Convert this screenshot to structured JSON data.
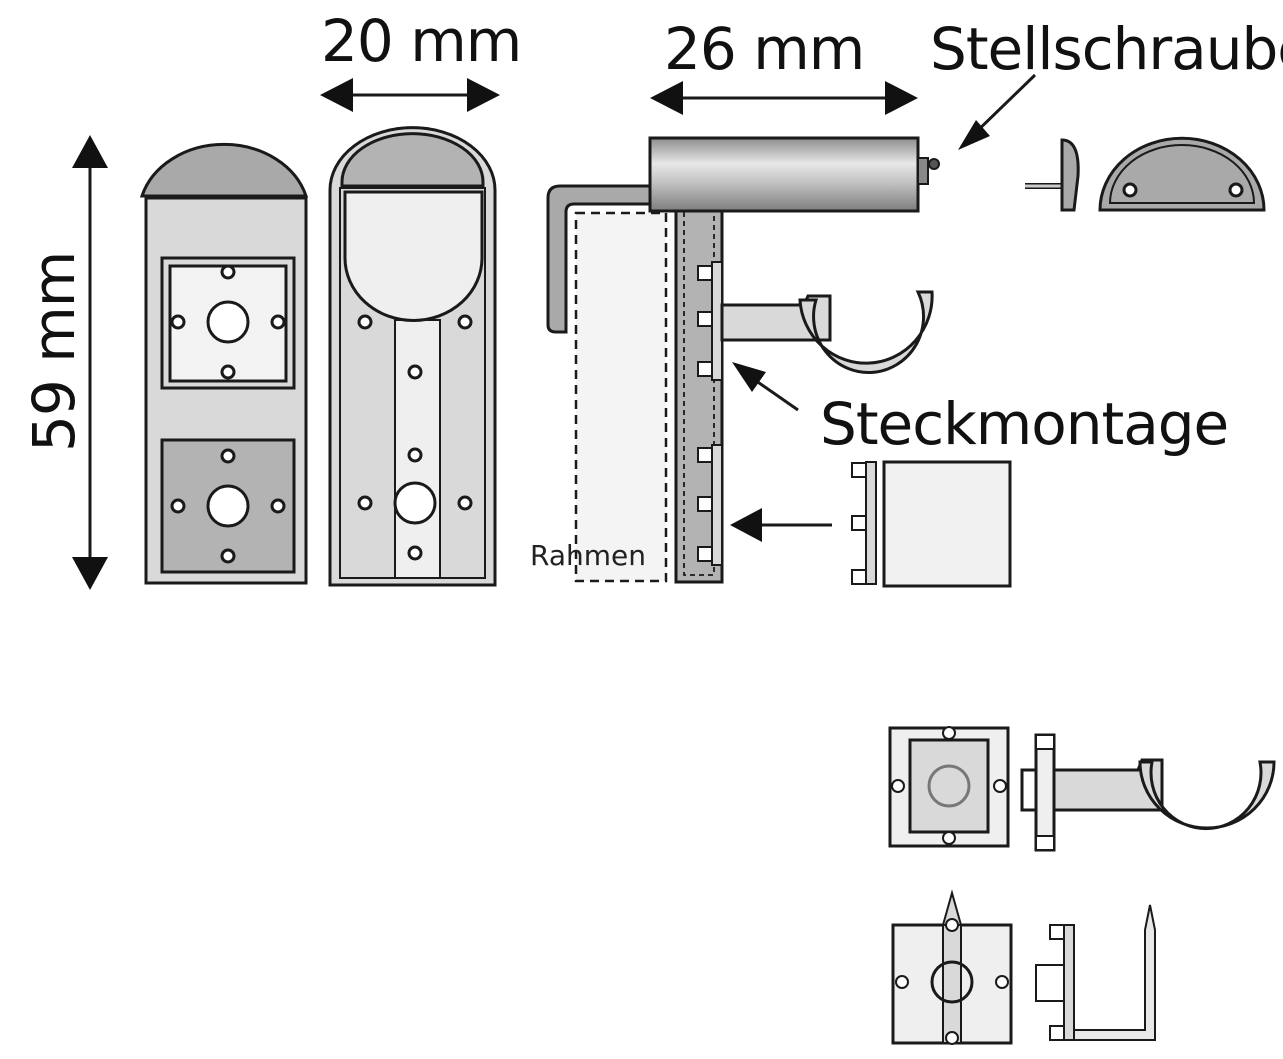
{
  "labels": {
    "height": "59 mm",
    "width_front": "20 mm",
    "width_side": "26 mm",
    "set_screw": "Stellschraube",
    "plug_mount": "Steckmontage",
    "frame": "Rahmen"
  },
  "colors": {
    "outline": "#1a1a1a",
    "panel": "#d9d9d9",
    "plate_dark": "#b3b3b3",
    "plate_light": "#efefef",
    "dome": "#a9a9a9",
    "background": "#ffffff"
  }
}
